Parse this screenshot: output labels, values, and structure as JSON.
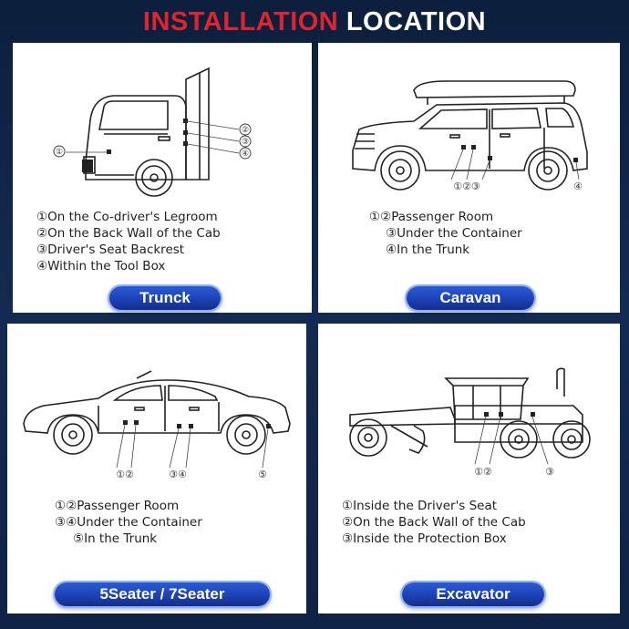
{
  "header": {
    "title_red": "INSTALLATION",
    "title_white": "LOCATION"
  },
  "colors": {
    "accent_red": "#e0242b",
    "background_navy": "#0c1f3d",
    "pill_blue": "#1b3fb0"
  },
  "panels": [
    {
      "vehicle": "truck-illustration",
      "markers": [
        "①",
        "②",
        "③",
        "④"
      ],
      "lines": [
        "①On the Co-driver's Legroom",
        "②On the Back Wall of the Cab",
        "③Driver's Seat Backrest",
        "④Within the Tool Box"
      ],
      "label": "Trunck"
    },
    {
      "vehicle": "caravan-illustration",
      "markers": [
        "①②③",
        "④"
      ],
      "lines": [
        "①②Passenger Room",
        "③Under the Container",
        "④In the Trunk"
      ],
      "label": "Caravan"
    },
    {
      "vehicle": "sedan-illustration",
      "markers": [
        "①②",
        "③④",
        "⑤"
      ],
      "lines": [
        "①②Passenger Room",
        "③④Under the Container",
        "⑤In the Trunk"
      ],
      "label": "5Seater / 7Seater"
    },
    {
      "vehicle": "grader-illustration",
      "markers": [
        "①②",
        "③"
      ],
      "lines": [
        "①Inside the Driver's Seat",
        "②On the Back Wall of the Cab",
        "③Inside the Protection Box"
      ],
      "label": "Excavator"
    }
  ]
}
